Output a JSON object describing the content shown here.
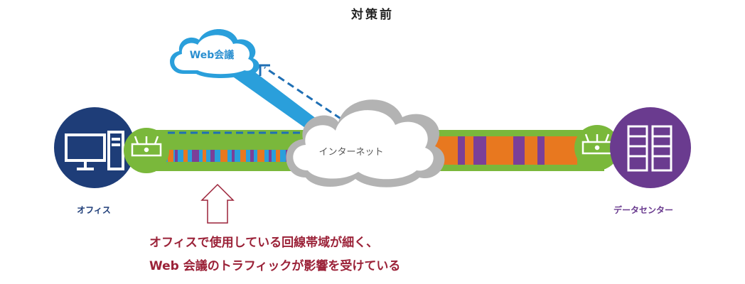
{
  "title": "対策前",
  "nodes": {
    "office": "オフィス",
    "datacenter": "データセンター",
    "web_meeting": "Web会議",
    "internet": "インターネット"
  },
  "caption": {
    "line1": "オフィスで使用している回線帯域が細く、",
    "line2": "Web 会議のトラフィックが影響を受けている"
  },
  "colors": {
    "line_green": "#7ab83b",
    "office_blue": "#1e3d78",
    "datacenter_purple": "#6a3b8f",
    "web_blue": "#2a9fdb",
    "traffic_orange": "#e8781f",
    "traffic_purple": "#7b3f98",
    "cloud_gray": "#b3b3b3",
    "caption_red": "#9b2238"
  },
  "icons": [
    "computer-icon",
    "server-icon",
    "router-icon",
    "cloud-icon",
    "arrow-up-icon"
  ]
}
